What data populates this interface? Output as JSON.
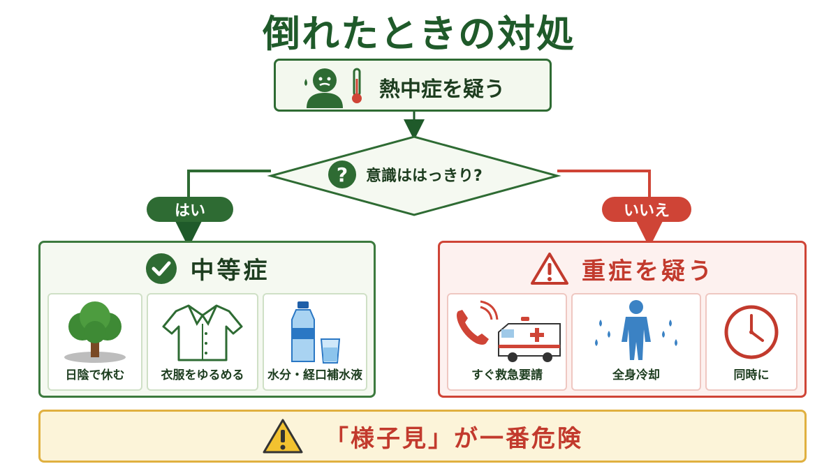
{
  "title": "倒れたときの対処",
  "start": {
    "label": "熱中症を疑う",
    "icon": "sick-person-thermometer-icon"
  },
  "question": {
    "label": "意識ははっきり?",
    "icon": "question-icon"
  },
  "branches": {
    "yes": {
      "label": "はい",
      "title": "中等症",
      "icon": "check-circle-icon",
      "items": [
        {
          "label": "日陰で休む",
          "icon": "tree-icon"
        },
        {
          "label": "衣服をゆるめる",
          "icon": "shirt-icon"
        },
        {
          "label": "水分・経口補水液",
          "icon": "water-bottle-icon"
        }
      ]
    },
    "no": {
      "label": "いいえ",
      "title": "重症を疑う",
      "icon": "warning-icon",
      "items": [
        {
          "label": "すぐ救急要請",
          "icon": "phone-ambulance-icon"
        },
        {
          "label": "全身冷却",
          "icon": "cooling-person-icon"
        },
        {
          "label": "同時に",
          "icon": "clock-icon"
        }
      ]
    }
  },
  "warning": {
    "label": "「様子見」が一番危険",
    "icon": "warning-icon"
  },
  "colors": {
    "green": "#2e6b33",
    "red": "#cf4436",
    "yellow": "#e0b040"
  }
}
